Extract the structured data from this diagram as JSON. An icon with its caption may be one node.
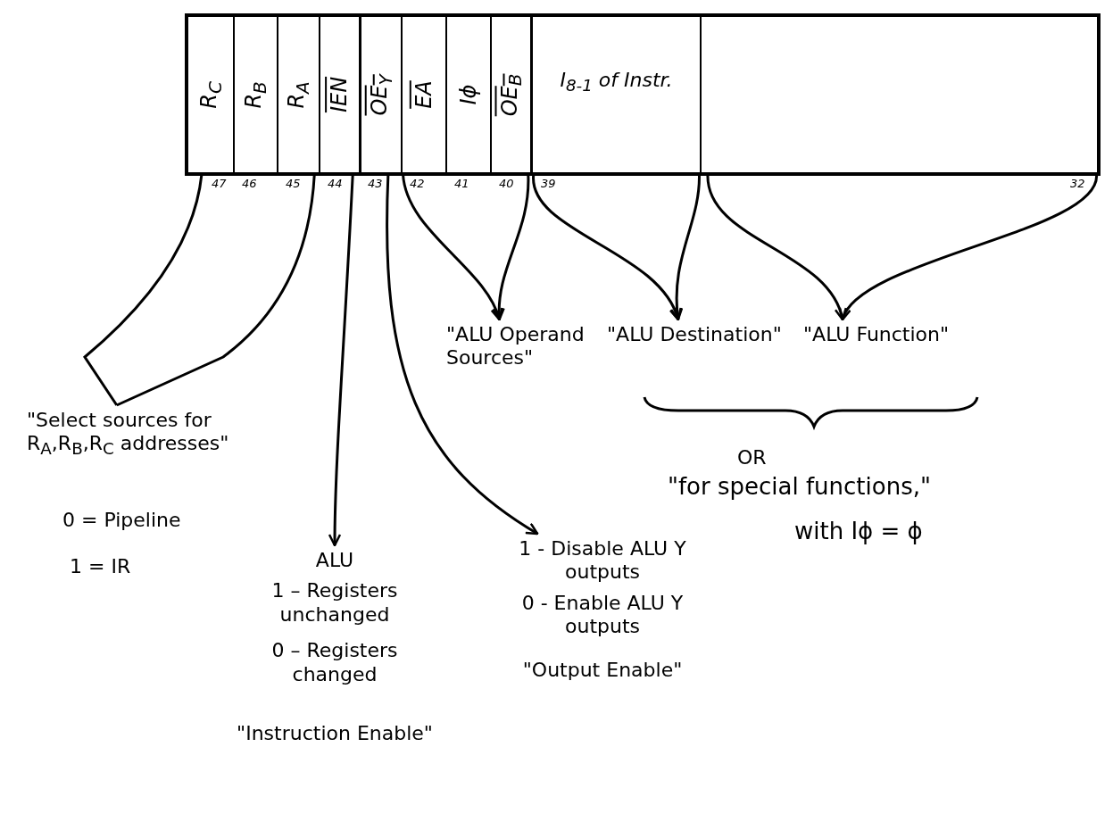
{
  "diagram": {
    "nodes": [
      {
        "text": [],
        "shape": "box"
      },
      {
        "text": [
          "R$_{C}$"
        ],
        "in": 0
      },
      {
        "text": [
          "R$_{B}$"
        ],
        "in": 0
      },
      {
        "text": [
          "R$_{A}$"
        ],
        "in": 0
      },
      {
        "text": [
          "IEN"
        ],
        "in": 0
      },
      {
        "text": [
          "OE$_{Y}$"
        ],
        "in": 0
      },
      {
        "text": [
          "EA"
        ],
        "in": 0
      },
      {
        "text": [
          "Iϕ"
        ],
        "in": 0
      },
      {
        "text": [
          "OE$_{B}$"
        ],
        "in": 0
      },
      {
        "text": [
          "I$_{8-1}$ of Instr."
        ],
        "in": 0
      },
      {
        "text": [],
        "shape": "box",
        "in": 0
      },
      {
        "text": [
          "\"Select sources for R$_{A}$,R$_{B}$,R$_{C}$ addresses\""
        ],
        "beside": [
          "0 = Pipeline",
          "1 = IR"
        ]
      },
      {
        "text": [
          "ALU",
          "1 – Registers unchanged",
          "0 – Registers changed",
          "\"Instruction Enable\""
        ]
      },
      {
        "text": [
          "1 - Disable ALU Y outputs",
          "0 - Enable ALU Y outputs",
          "\"Output Enable\""
        ]
      },
      {
        "text": [
          "\"ALU Operand Sources\""
        ]
      },
      {
        "text": [
          "\"ALU Destination\""
        ]
      },
      {
        "text": [
          "\"ALU Function\""
        ]
      }
    ],
    "edges": [
      {
        "from": 1,
        "to": 11,
        "arrow": "none"
      },
      {
        "from": 3,
        "to": 11,
        "arrow": "none"
      },
      {
        "from": 4,
        "to": 12,
        "arrow": "to"
      },
      {
        "from": 5,
        "to": 13,
        "arrow": "to"
      },
      {
        "from": 6,
        "to": 14,
        "arrow": "to"
      },
      {
        "from": 8,
        "to": 14,
        "arrow": "to"
      },
      {
        "from": 9,
        "to": 15,
        "arrow": "to"
      },
      {
        "from": 9,
        "to": 15,
        "arrow": "to"
      },
      {
        "from": 10,
        "to": 16,
        "arrow": "to"
      },
      {
        "from": 10,
        "to": 16,
        "arrow": "to"
      }
    ],
    "labels": [
      "47",
      "46",
      "45",
      "44",
      "43",
      "42",
      "41",
      "40",
      "39",
      "32",
      "OR",
      "\"for special functions,\"",
      "with Iϕ = ϕ"
    ]
  }
}
